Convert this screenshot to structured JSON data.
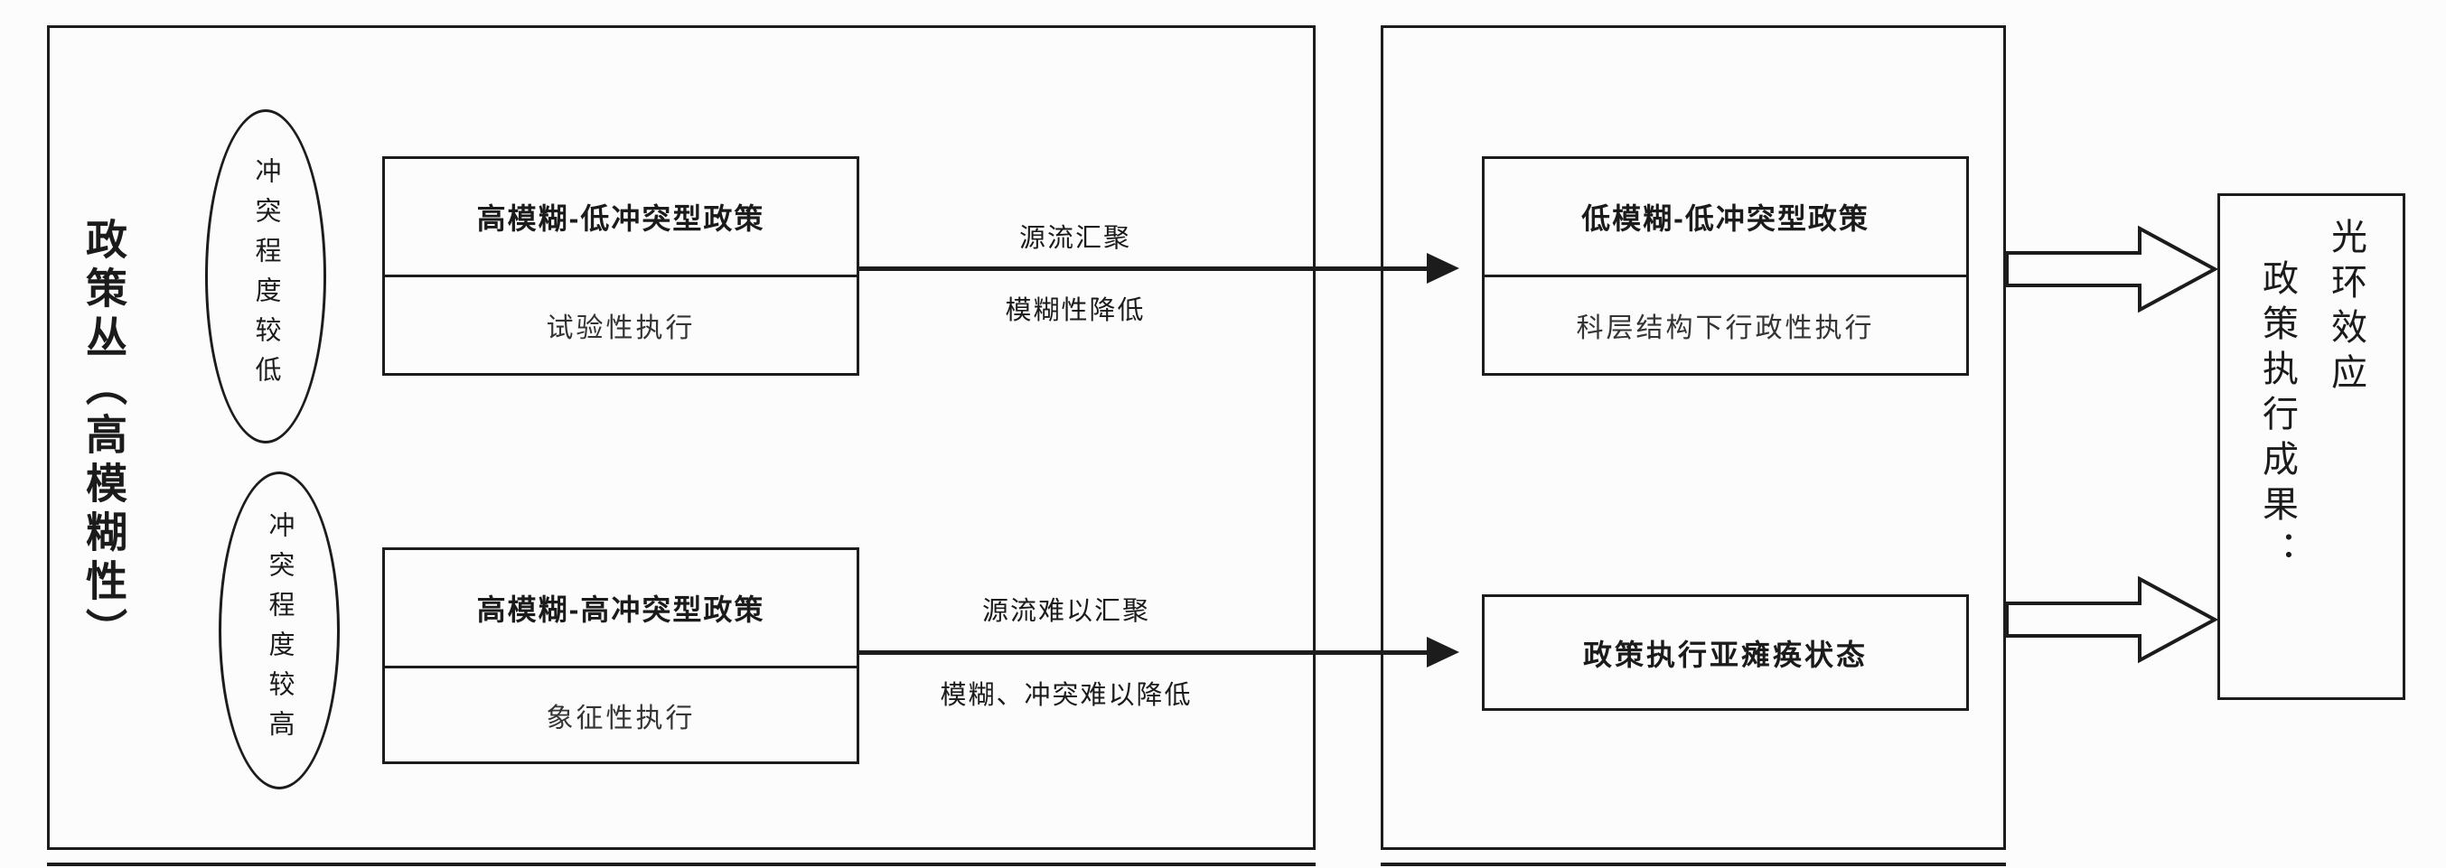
{
  "meta": {
    "background": "#fcfcfc",
    "line_color": "#1c1c1c",
    "text_color": "#1b1b1b"
  },
  "left_panel": {
    "label": "政策丛（高模糊性）",
    "ellipse_top": "冲突程度较低",
    "ellipse_bottom": "冲突程度较高",
    "box_top": {
      "title": "高模糊-低冲突型政策",
      "subtitle": "试验性执行"
    },
    "box_bottom": {
      "title": "高模糊-高冲突型政策",
      "subtitle": "象征性执行"
    }
  },
  "arrows": {
    "top": {
      "above": "源流汇聚",
      "below": "模糊性降低"
    },
    "bottom": {
      "above": "源流难以汇聚",
      "below": "模糊、冲突难以降低"
    }
  },
  "middle_panel": {
    "box_top": {
      "title": "低模糊-低冲突型政策",
      "subtitle": "科层结构下行政性执行"
    },
    "box_bottom": {
      "title": "政策执行亚瘫痪状态"
    }
  },
  "outcome_box": {
    "left_column": "政策执行成果：",
    "right_column": "光环效应"
  }
}
